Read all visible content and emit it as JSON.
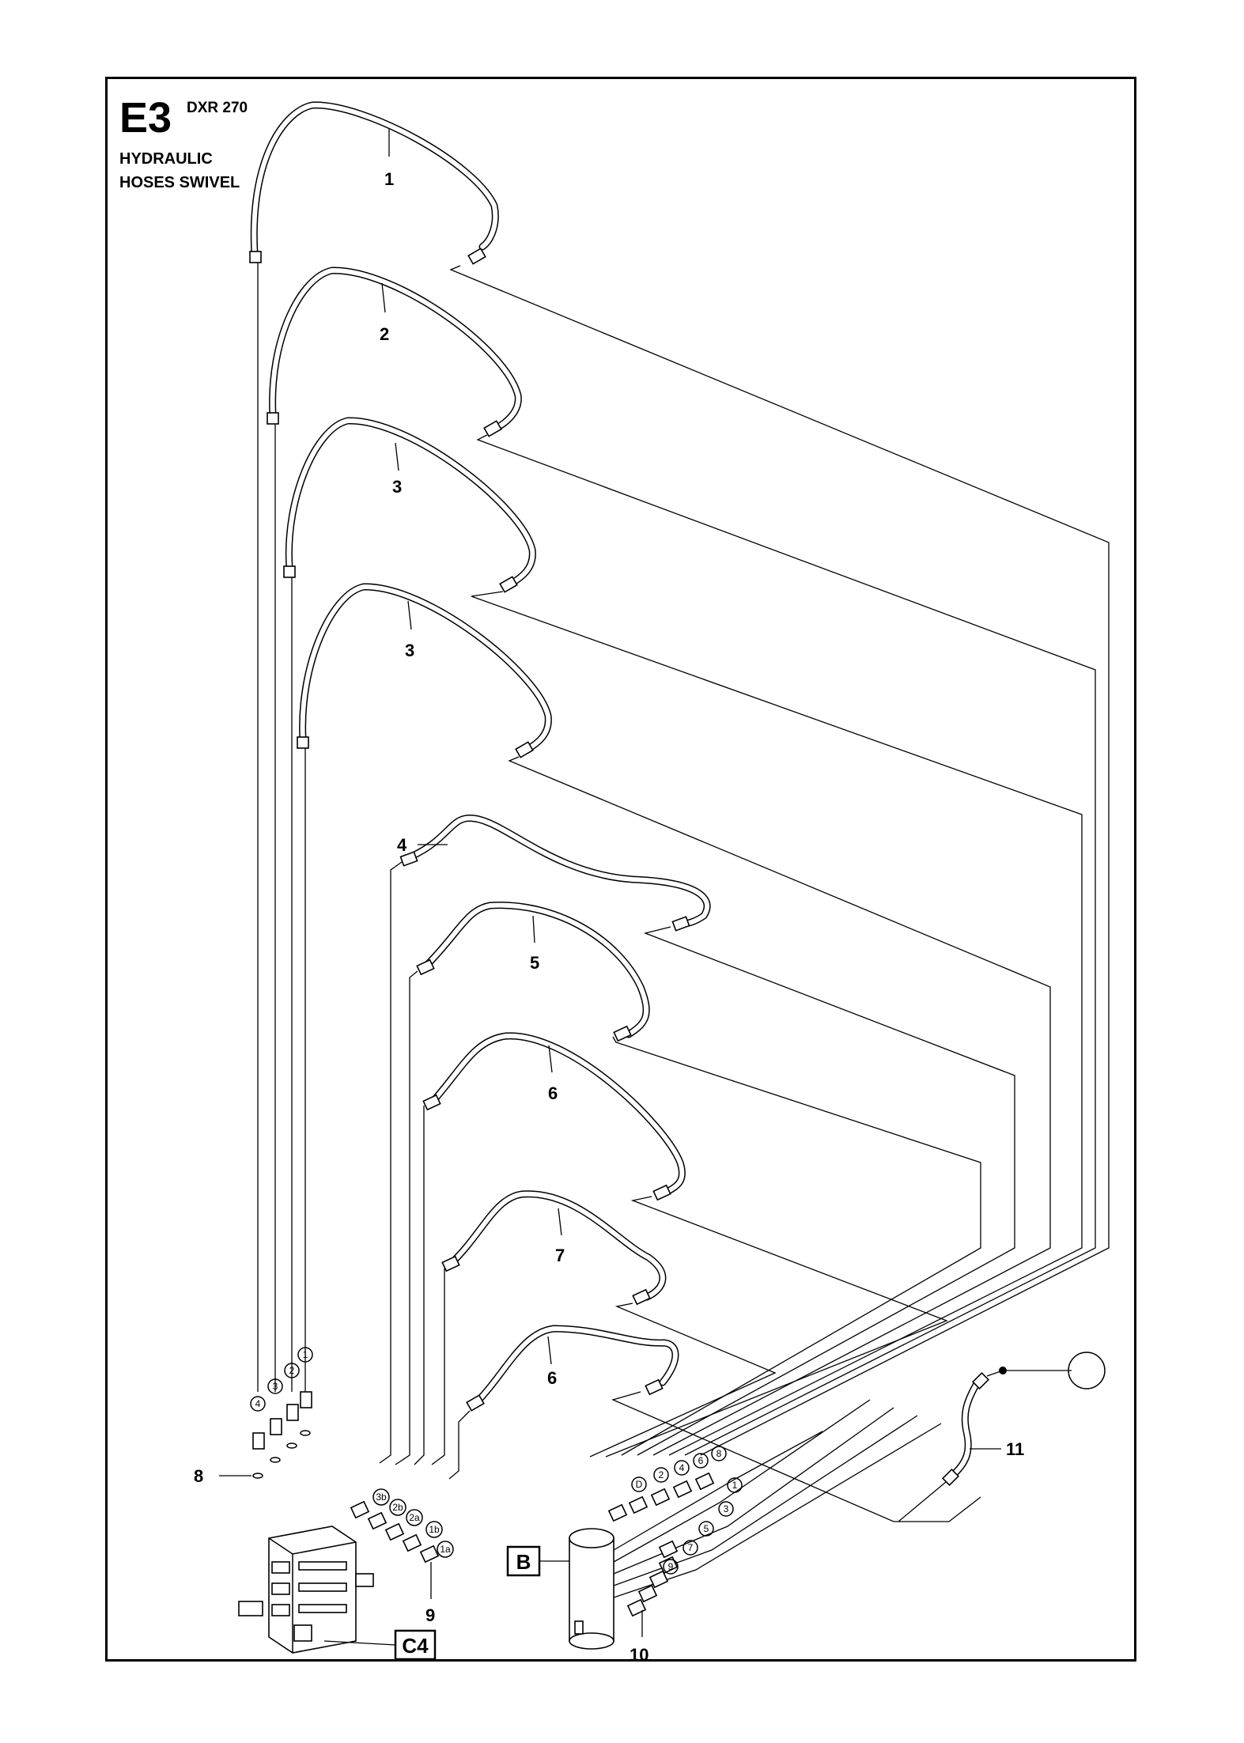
{
  "page": {
    "code": "E3",
    "model": "DXR 270",
    "title_line1": "HYDRAULIC",
    "title_line2": "HOSES SWIVEL"
  },
  "references": {
    "valve_block": "C4",
    "swivel": "B"
  },
  "parts": [
    {
      "id": "hose-1",
      "label": "1"
    },
    {
      "id": "hose-2",
      "label": "2"
    },
    {
      "id": "hose-3a",
      "label": "3"
    },
    {
      "id": "hose-3b",
      "label": "3"
    },
    {
      "id": "hose-4",
      "label": "4"
    },
    {
      "id": "hose-5",
      "label": "5"
    },
    {
      "id": "hose-6a",
      "label": "6"
    },
    {
      "id": "hose-7",
      "label": "7"
    },
    {
      "id": "hose-6b",
      "label": "6"
    },
    {
      "id": "o-ring",
      "label": "8"
    },
    {
      "id": "adapter-valve",
      "label": "9"
    },
    {
      "id": "adapter-swivel",
      "label": "10"
    },
    {
      "id": "hose-11",
      "label": "11"
    }
  ],
  "port_markers": {
    "valve_top": [
      "4",
      "3",
      "2",
      "1"
    ],
    "valve_side": [
      "3b",
      "2b",
      "2a",
      "1b",
      "1a"
    ],
    "swivel_top": [
      "D",
      "2",
      "4",
      "6",
      "8"
    ],
    "swivel_side": [
      "1",
      "3",
      "5",
      "7",
      "9"
    ]
  }
}
